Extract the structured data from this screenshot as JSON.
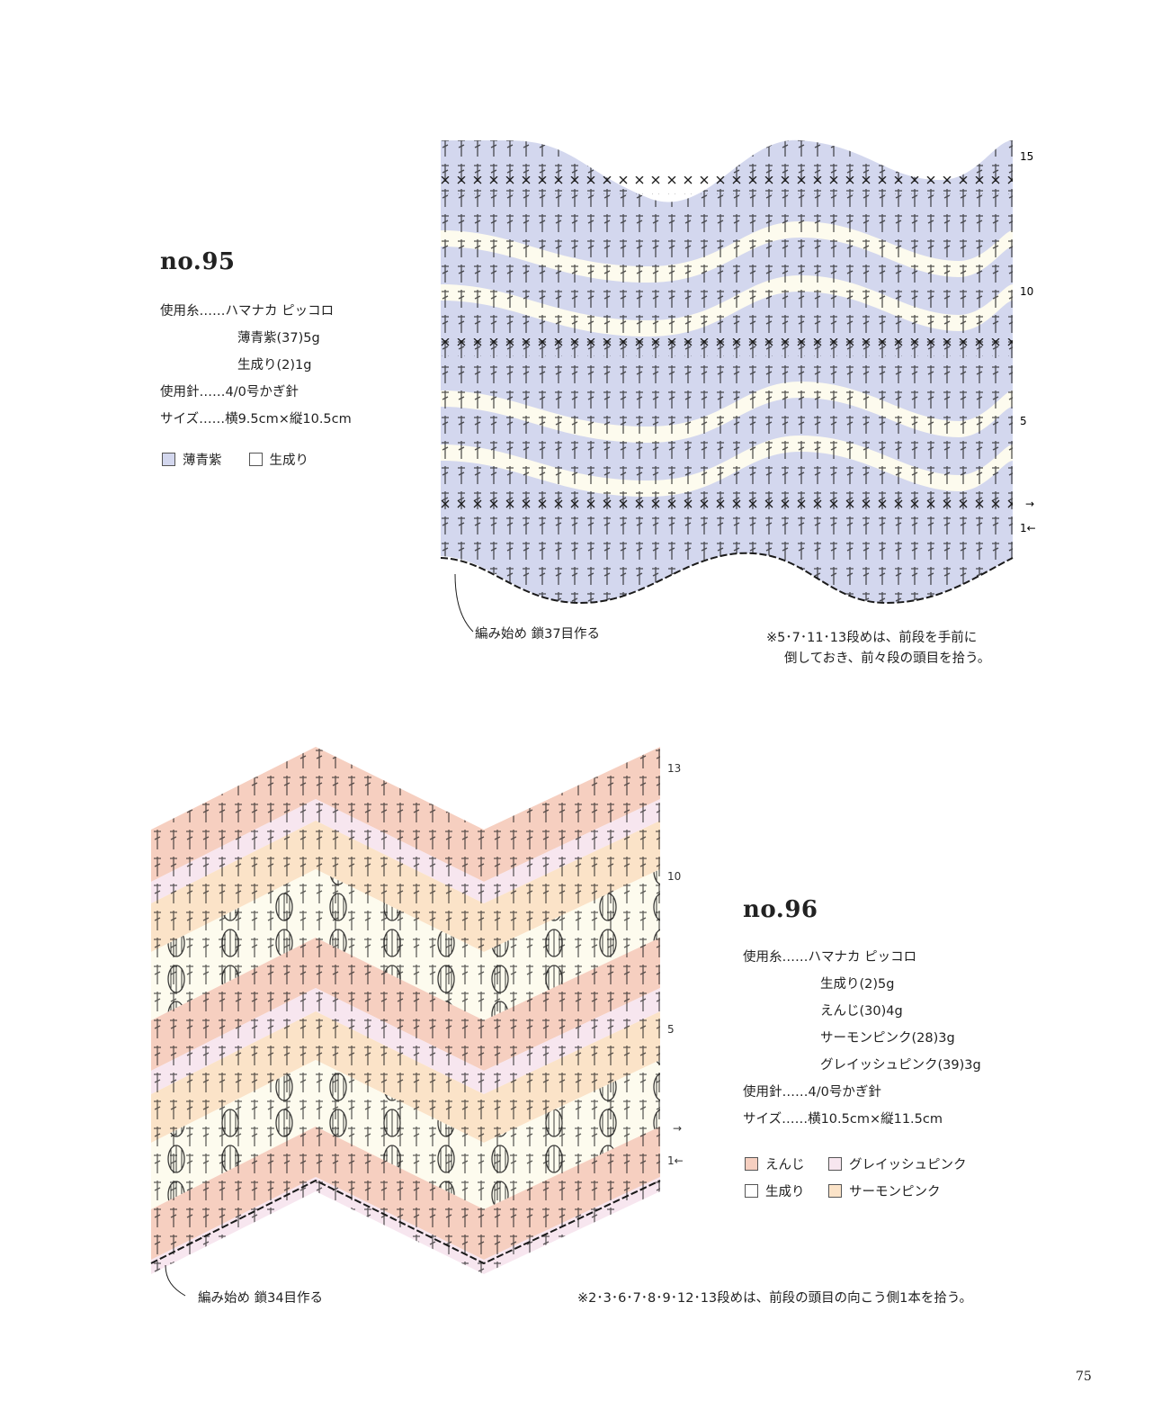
{
  "page_number": "75",
  "colors": {
    "lavender": "#d3d7ee",
    "cream": "#fdfbee",
    "enji": "#f6cfc0",
    "grayish_pink": "#f7e6ef",
    "salmon": "#fbe3c8",
    "stitch_ink": "#1a1a1a"
  },
  "no95": {
    "title": "no.95",
    "yarn_label": "使用糸……ハマナカ ピッコロ",
    "yarn_lines": [
      "薄青紫(37)5g",
      "生成り(2)1g"
    ],
    "needle": "使用針……4/0号かぎ針",
    "size": "サイズ……横9.5cm×縦10.5cm",
    "legend": [
      {
        "label": "薄青紫",
        "color": "#d3d7ee"
      },
      {
        "label": "生成り",
        "color": "#ffffff"
      }
    ],
    "row_labels": {
      "r15": "15",
      "r10": "10",
      "r5": "5",
      "r1": "1←",
      "arrow": "→"
    },
    "start_note": "編み始め 鎖37目作る",
    "note_lines": [
      "※5･7･11･13段めは、前段を手前に",
      "倒しておき、前々段の頭目を拾う。"
    ]
  },
  "no96": {
    "title": "no.96",
    "yarn_label": "使用糸……ハマナカ ピッコロ",
    "yarn_lines": [
      "生成り(2)5g",
      "えんじ(30)4g",
      "サーモンピンク(28)3g",
      "グレイッシュピンク(39)3g"
    ],
    "needle": "使用針……4/0号かぎ針",
    "size": "サイズ……横10.5cm×縦11.5cm",
    "legend": [
      {
        "label": "えんじ",
        "color": "#f6cfc0"
      },
      {
        "label": "グレイッシュピンク",
        "color": "#f7e6ef"
      },
      {
        "label": "生成り",
        "color": "#ffffff"
      },
      {
        "label": "サーモンピンク",
        "color": "#fbe3c8"
      }
    ],
    "row_labels": {
      "r13": "13",
      "r10": "10",
      "r5": "5",
      "r1": "1←",
      "arrow": "→"
    },
    "start_note": "編み始め 鎖34目作る",
    "note": "※2･3･6･7･8･9･12･13段めは、前段の頭目の向こう側1本を拾う。"
  }
}
